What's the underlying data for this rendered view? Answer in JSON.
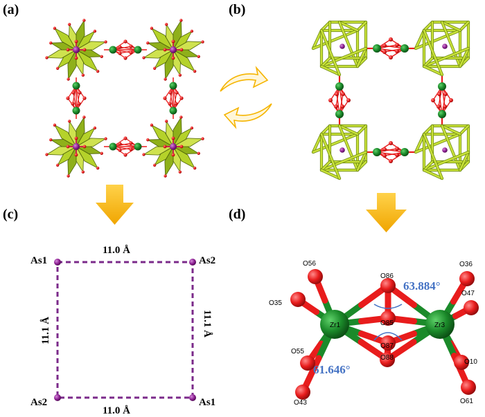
{
  "panels": {
    "a": "(a)",
    "b": "(b)",
    "c": "(c)",
    "d": "(d)"
  },
  "square": {
    "corners": [
      "As1",
      "As2",
      "As2",
      "As1"
    ],
    "top_distance": "11.0 Å",
    "bottom_distance": "11.0 Å",
    "left_distance": "11.1 Å",
    "right_distance": "11.1 Å"
  },
  "zr_cluster": {
    "zr_atoms": [
      "Zr1",
      "Zr3"
    ],
    "oxygen_atoms": [
      "O56",
      "O35",
      "O55",
      "O43",
      "O86",
      "O85",
      "O87",
      "O88",
      "O36",
      "O47",
      "O10",
      "O61"
    ],
    "angle_top": "63.884°",
    "angle_bottom": "61.646°"
  },
  "colors": {
    "polyhedra": "#b5d22a",
    "polyhedra_dark": "#6e8a10",
    "zirconium": "#1b8a2a",
    "oxygen": "#e81c1c",
    "arsenic": "#8a1d8f",
    "arrow": "#f5b400",
    "dashed_line": "#7b2a8a",
    "angle_text": "#4472c4"
  }
}
